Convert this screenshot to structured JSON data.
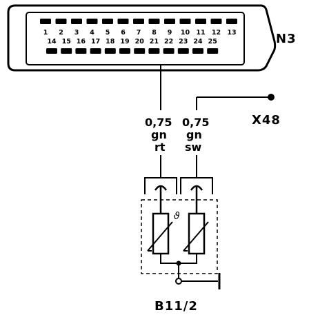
{
  "connector": {
    "name": "N3",
    "row_top": [
      "1",
      "2",
      "3",
      "4",
      "5",
      "6",
      "7",
      "8",
      "9",
      "10",
      "11",
      "12",
      "13"
    ],
    "row_bottom": [
      "14",
      "15",
      "16",
      "17",
      "18",
      "19",
      "20",
      "21",
      "22",
      "23",
      "24",
      "25"
    ]
  },
  "wires": [
    {
      "gauge": "0,75",
      "color1": "gn",
      "color2": "rt"
    },
    {
      "gauge": "0,75",
      "color1": "gn",
      "color2": "sw"
    }
  ],
  "connection_point": "X48",
  "sensor": {
    "name": "B11/2",
    "symbol": "ϑ"
  }
}
